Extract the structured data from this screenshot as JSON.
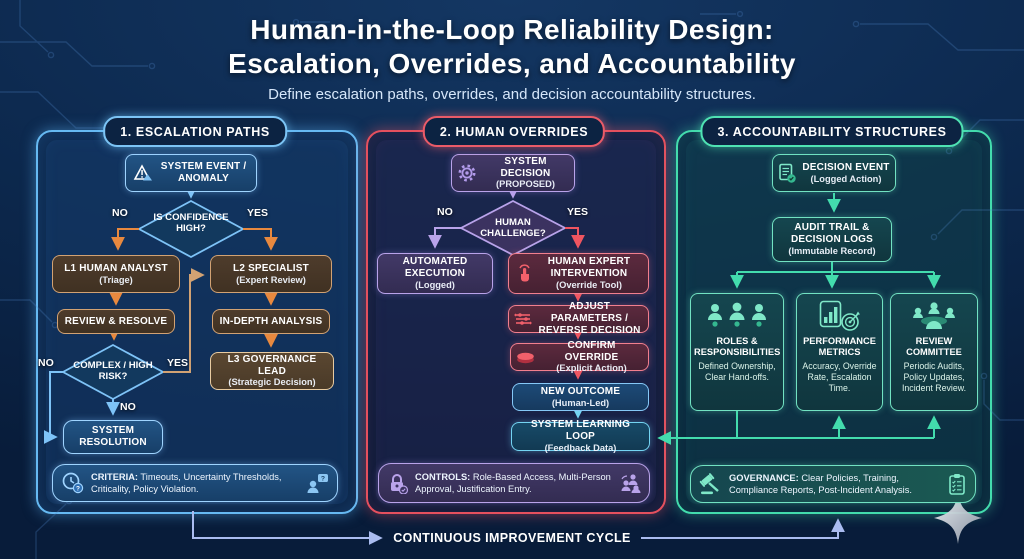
{
  "header": {
    "title1": "Human-in-the-Loop Reliability Design:",
    "title2": "Escalation, Overrides, and Accountability",
    "subtitle": "Define escalation paths, overrides, and decision accountability structures."
  },
  "panels": {
    "escalation": {
      "header": "1. ESCALATION PATHS",
      "nodes": {
        "system_event": {
          "title": "SYSTEM EVENT / ANOMALY"
        },
        "confidence": {
          "title": "IS CONFIDENCE HIGH?",
          "no": "NO",
          "yes": "YES"
        },
        "l1": {
          "title": "L1 HUMAN ANALYST",
          "sub": "(Triage)"
        },
        "l2": {
          "title": "L2 SPECIALIST",
          "sub": "(Expert Review)"
        },
        "review": {
          "title": "REVIEW & RESOLVE"
        },
        "indepth": {
          "title": "IN-DEPTH ANALYSIS"
        },
        "l3": {
          "title": "L3 GOVERNANCE LEAD",
          "sub": "(Strategic Decision)"
        },
        "risk": {
          "title": "COMPLEX / HIGH RISK?",
          "no_left": "NO",
          "yes": "YES",
          "no_down": "NO"
        },
        "resolution": {
          "title": "SYSTEM RESOLUTION"
        },
        "criteria": {
          "label": "CRITERIA:",
          "text": "Timeouts, Uncertainty Thresholds, Criticality, Policy Violation."
        }
      }
    },
    "overrides": {
      "header": "2. HUMAN OVERRIDES",
      "nodes": {
        "system_decision": {
          "title": "SYSTEM DECISION",
          "sub": "(PROPOSED)"
        },
        "challenge": {
          "title": "HUMAN CHALLENGE?",
          "no": "NO",
          "yes": "YES"
        },
        "automated": {
          "title": "AUTOMATED EXECUTION",
          "sub": "(Logged)"
        },
        "intervention": {
          "title": "HUMAN EXPERT INTERVENTION",
          "sub": "(Override Tool)"
        },
        "adjust": {
          "title": "ADJUST PARAMETERS / REVERSE DECISION"
        },
        "confirm": {
          "title": "CONFIRM OVERRIDE",
          "sub": "(Explicit Action)"
        },
        "outcome": {
          "title": "NEW OUTCOME",
          "sub": "(Human-Led)"
        },
        "learning": {
          "title": "SYSTEM LEARNING LOOP",
          "sub": "(Feedback Data)"
        },
        "controls": {
          "label": "CONTROLS:",
          "text": "Role-Based Access, Multi-Person Approval, Justification Entry."
        }
      }
    },
    "accountability": {
      "header": "3. ACCOUNTABILITY STRUCTURES",
      "nodes": {
        "decision_event": {
          "title": "DECISION EVENT",
          "sub": "(Logged Action)"
        },
        "audit": {
          "title": "AUDIT TRAIL & DECISION LOGS",
          "sub": "(Immutable Record)"
        },
        "roles": {
          "title": "ROLES & RESPONSIBILITIES",
          "desc": "Defined Ownership, Clear Hand-offs."
        },
        "metrics": {
          "title": "PERFORMANCE METRICS",
          "desc": "Accuracy, Override Rate, Escalation Time."
        },
        "committee": {
          "title": "REVIEW COMMITTEE",
          "desc": "Periodic Audits, Policy Updates, Incident Review."
        },
        "governance": {
          "label": "GOVERNANCE:",
          "text": "Clear Policies, Training, Compliance Reports, Post-Incident Analysis."
        }
      }
    }
  },
  "footer": {
    "label": "CONTINUOUS IMPROVEMENT CYCLE"
  },
  "colors": {
    "panel1_accent": "#66b9f2",
    "panel2_accent": "#e5505e",
    "panel3_accent": "#43dcad",
    "arrow_orange": "#e8893f",
    "accent_purple": "#b9a3ea",
    "accent_cyan": "#74d4f2",
    "accent_tan": "#d2a273",
    "cycle_line": "#aabcf0"
  },
  "icons": {
    "system_event": "warning-triangle-icon",
    "system_decision": "gear-icon",
    "intervention": "tap-hand-icon",
    "adjust": "sliders-icon",
    "confirm": "button-icon",
    "criteria_left": "clock-question-icon",
    "criteria_right": "person-question-icon",
    "controls_left": "lock-icon",
    "controls_right": "people-approval-icon",
    "decision_event": "document-check-icon",
    "roles": "team-icon",
    "metrics": "chart-target-icon",
    "committee": "meeting-table-icon",
    "governance_left": "gavel-icon",
    "governance_right": "clipboard-checklist-icon",
    "decor": "sparkle-icon"
  }
}
